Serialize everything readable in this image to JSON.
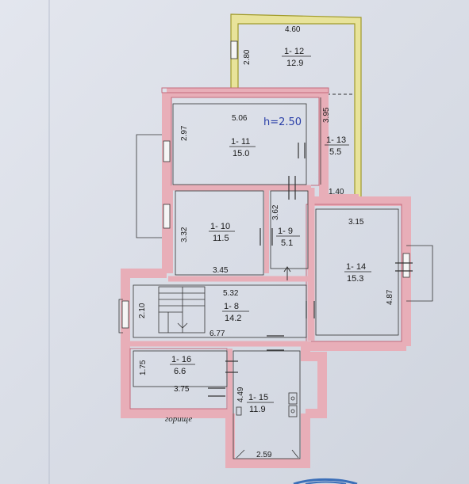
{
  "plan": {
    "height_note": "h=2.50",
    "attic_label": "горище",
    "wall_color": "#e8aeb8",
    "wall_stroke": "#c46a7c",
    "balcony_color": "#e8e39a",
    "balcony_stroke": "#a09a2a",
    "ink_color": "#222222",
    "note_color": "#2a3fa8",
    "stamp_color": "#3b6fb8"
  },
  "rooms": [
    {
      "id": "12",
      "number": "1- 12",
      "area": "12.9"
    },
    {
      "id": "11",
      "number": "1- 11",
      "area": "15.0"
    },
    {
      "id": "13",
      "number": "1- 13",
      "area": "5.5"
    },
    {
      "id": "10",
      "number": "1- 10",
      "area": "11.5"
    },
    {
      "id": "9",
      "number": "1- 9",
      "area": "5.1"
    },
    {
      "id": "14",
      "number": "1- 14",
      "area": "15.3"
    },
    {
      "id": "8",
      "number": "1- 8",
      "area": "14.2"
    },
    {
      "id": "16",
      "number": "1- 16",
      "area": "6.6"
    },
    {
      "id": "15",
      "number": "1- 15",
      "area": "11.9"
    }
  ],
  "dimensions": [
    {
      "id": "d1",
      "value": "4.60"
    },
    {
      "id": "d2",
      "value": "2.80"
    },
    {
      "id": "d3",
      "value": "5.06"
    },
    {
      "id": "d4",
      "value": "2.97"
    },
    {
      "id": "d5",
      "value": "3.95"
    },
    {
      "id": "d6",
      "value": "1.40"
    },
    {
      "id": "d7",
      "value": "3.15"
    },
    {
      "id": "d8",
      "value": "3.62"
    },
    {
      "id": "d9",
      "value": "3.32"
    },
    {
      "id": "d10",
      "value": "3.45"
    },
    {
      "id": "d11",
      "value": "4.87"
    },
    {
      "id": "d12",
      "value": "5.32"
    },
    {
      "id": "d13",
      "value": "2.10"
    },
    {
      "id": "d14",
      "value": "6.77"
    },
    {
      "id": "d15",
      "value": "1.75"
    },
    {
      "id": "d16",
      "value": "3.75"
    },
    {
      "id": "d17",
      "value": "4.49"
    },
    {
      "id": "d18",
      "value": "2.59"
    }
  ]
}
